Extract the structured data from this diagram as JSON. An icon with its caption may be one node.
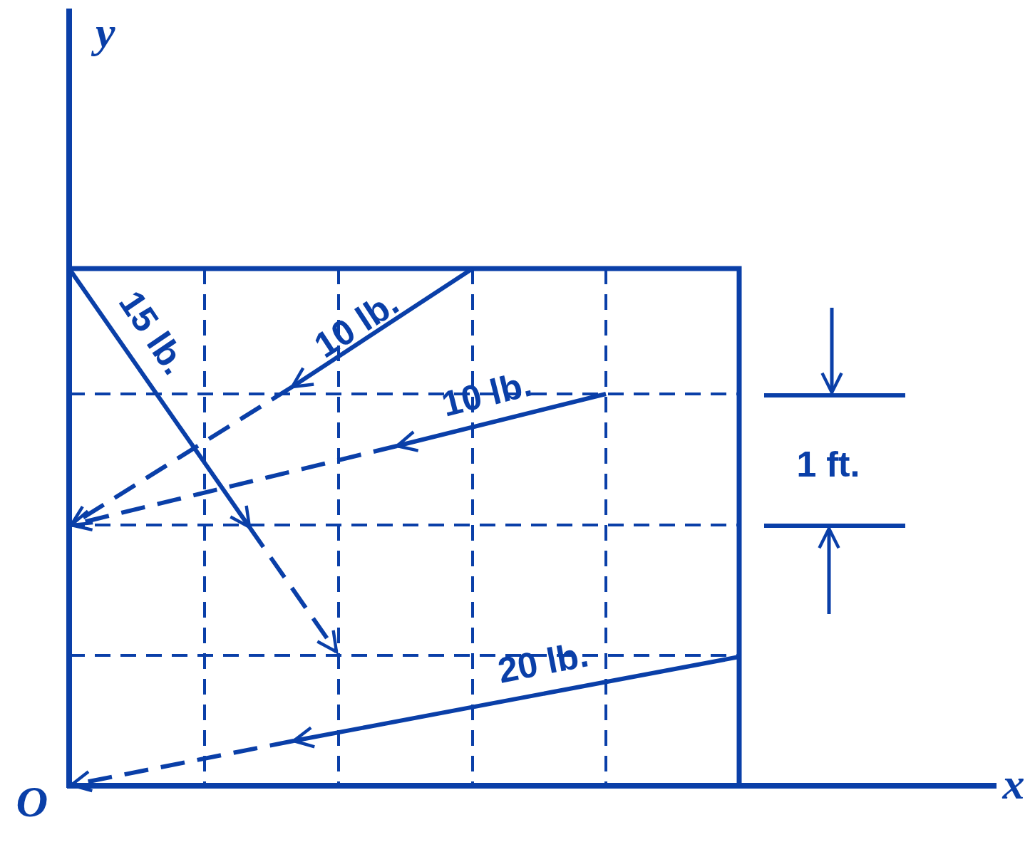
{
  "diagram": {
    "labels": [
      "y",
      "15 lb.",
      "10 lb.",
      "10 lb.",
      "1 ft.",
      "20 lb.",
      "O",
      "x"
    ]
  }
}
